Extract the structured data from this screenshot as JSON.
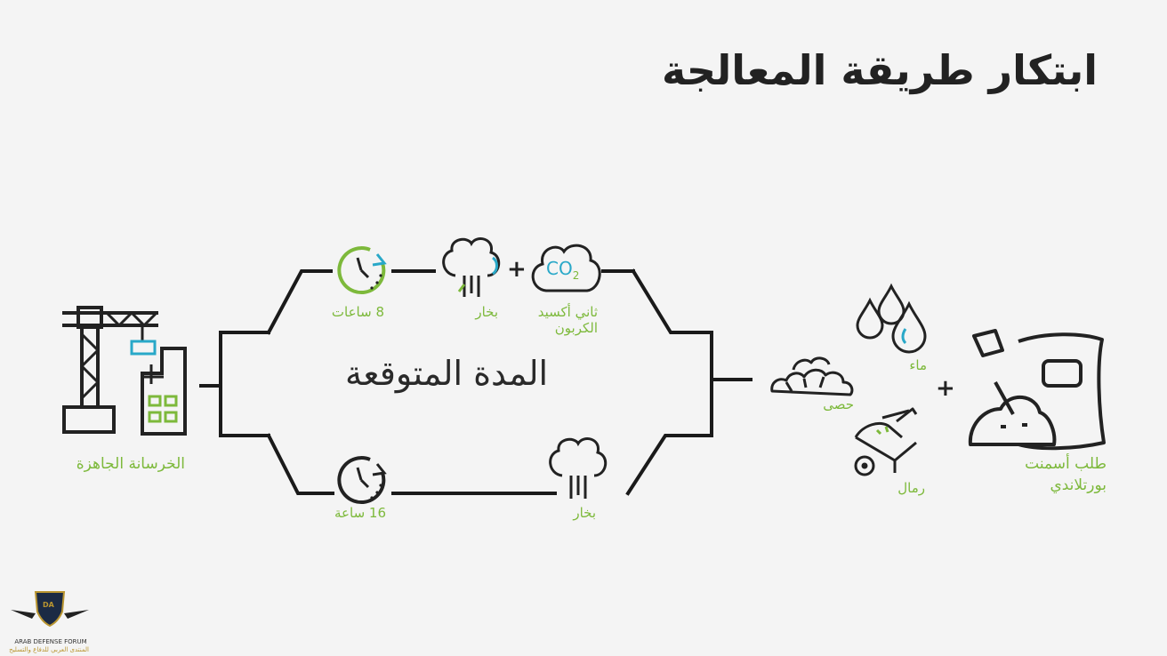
{
  "title": "ابتكار طريقة المعالجة",
  "center_label": "المدة المتوقعة",
  "inputs": {
    "cement": "طلب أسمنت\nبورتلاندي",
    "water": "ماء",
    "gravel": "حصى",
    "sand": "رمال"
  },
  "output": "الخرسانة الجاهزة",
  "top_path": {
    "time": "8 ساعات",
    "steam": "بخار",
    "co2_label": "ثاني أكسيد\nالكربون",
    "co2_icon_text": "CO",
    "co2_sub": "2"
  },
  "bottom_path": {
    "time": "16 ساعة",
    "steam": "بخار"
  },
  "plus_sign": "+",
  "logo": {
    "initials": "DA",
    "name": "ARAB DEFENSE FORUM",
    "tagline": "المنتدى العربي للدفاع والتسليح"
  },
  "colors": {
    "accent_green": "#7db93b",
    "accent_blue": "#29a8c8",
    "line": "#1a1a1a"
  }
}
